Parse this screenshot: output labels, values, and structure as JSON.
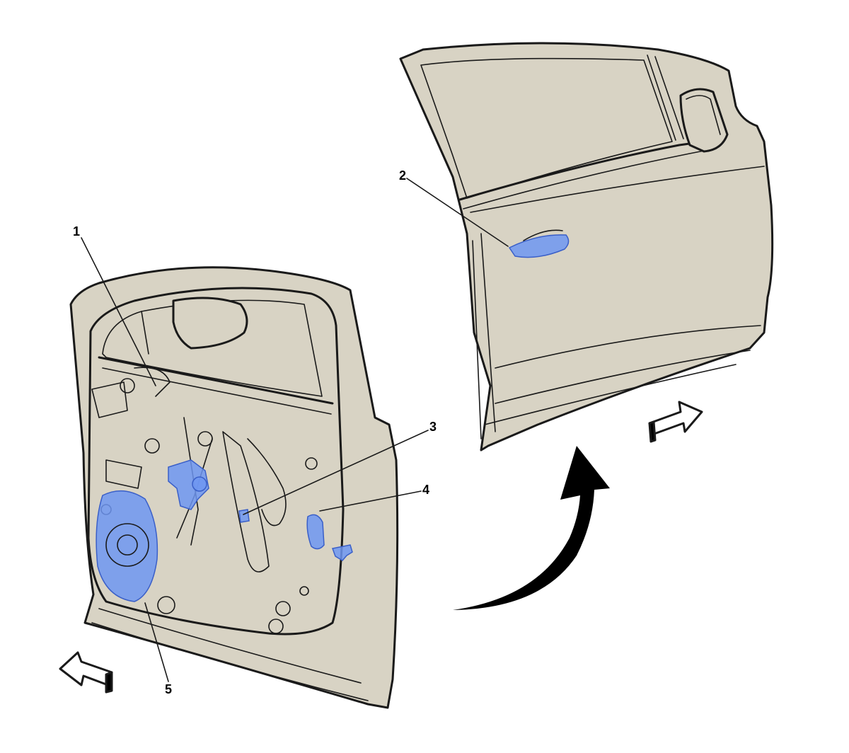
{
  "colors": {
    "panel": "#d8d3c4",
    "outline": "#1a1a1a",
    "highlight": "#6f96f2",
    "background": "#ffffff",
    "arrow": "#000000"
  },
  "callouts": [
    {
      "id": "1",
      "label": "1"
    },
    {
      "id": "2",
      "label": "2"
    },
    {
      "id": "3",
      "label": "3"
    },
    {
      "id": "4",
      "label": "4"
    },
    {
      "id": "5",
      "label": "5"
    }
  ],
  "icons": [
    "direction-arrow-left-icon",
    "direction-arrow-right-icon",
    "rotation-arrow-icon"
  ]
}
